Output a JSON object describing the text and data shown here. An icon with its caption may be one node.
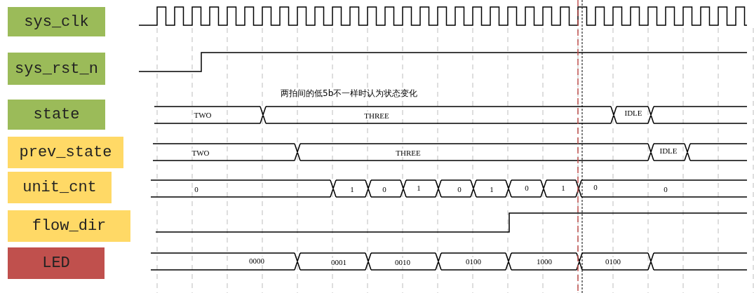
{
  "diagram": {
    "nodes": [
      {
        "text": [
          "sys_clk"
        ]
      },
      {
        "text": [
          "sys_rst_n"
        ]
      },
      {
        "text": [
          "state"
        ]
      },
      {
        "text": [
          "prev_state"
        ]
      },
      {
        "text": [
          "unit_cnt"
        ]
      },
      {
        "text": [
          "flow_dir"
        ]
      },
      {
        "text": [
          "LED"
        ]
      }
    ],
    "labels": [
      "两拍间的低5b不一样时认为状态变化",
      "TWO",
      "THREE",
      "IDLE",
      "TWO",
      "THREE",
      "IDLE",
      "0",
      "1",
      "0",
      "1",
      "0",
      "1",
      "0",
      "1",
      "0",
      "0",
      "0000",
      "0001",
      "0010",
      "0100",
      "1000",
      "0100"
    ]
  }
}
